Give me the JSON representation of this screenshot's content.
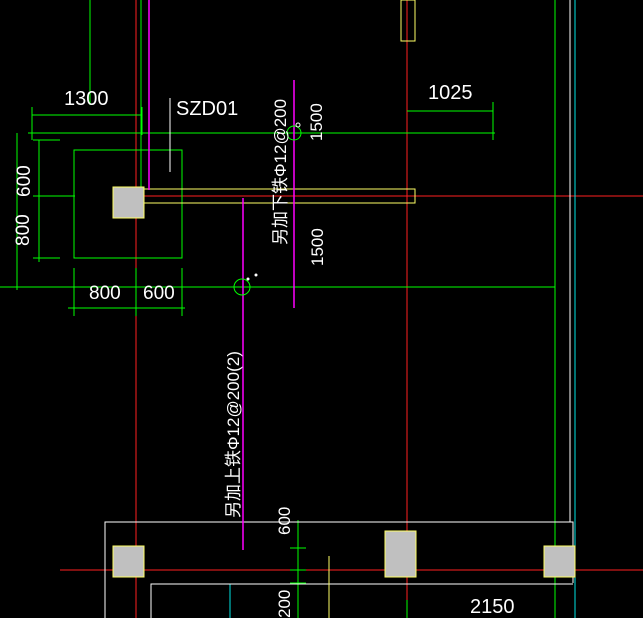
{
  "drawing": {
    "background": "#000000",
    "colors": {
      "dimension": "#00ff00",
      "axis": "#ff2020",
      "rebar": "#ff00ff",
      "outline": "#ffffff",
      "column_fill": "#c0c0c0",
      "column_edge": "#ffff66",
      "beam": "#ffff66",
      "vertical_line": "#00e5e5"
    },
    "dims": {
      "top_left": "1300",
      "top_right": "1025",
      "left_vertical_inner": "600",
      "left_vertical_outer": "800",
      "bottom_left": "800",
      "bottom_right": "600",
      "rebar_upper_length": "1500",
      "rebar_lower_length": "1500",
      "bottom_vertical": "600",
      "bottom_left_vertical": "200",
      "bottom_span": "2150"
    },
    "labels": {
      "footing_tag": "SZD01",
      "rebar_bottom_note": "另加下铁Φ12@200",
      "rebar_top_note": "另加上铁Φ12@200(2)"
    },
    "icons": [
      "grid-circle-icon",
      "grid-circle-icon"
    ]
  }
}
